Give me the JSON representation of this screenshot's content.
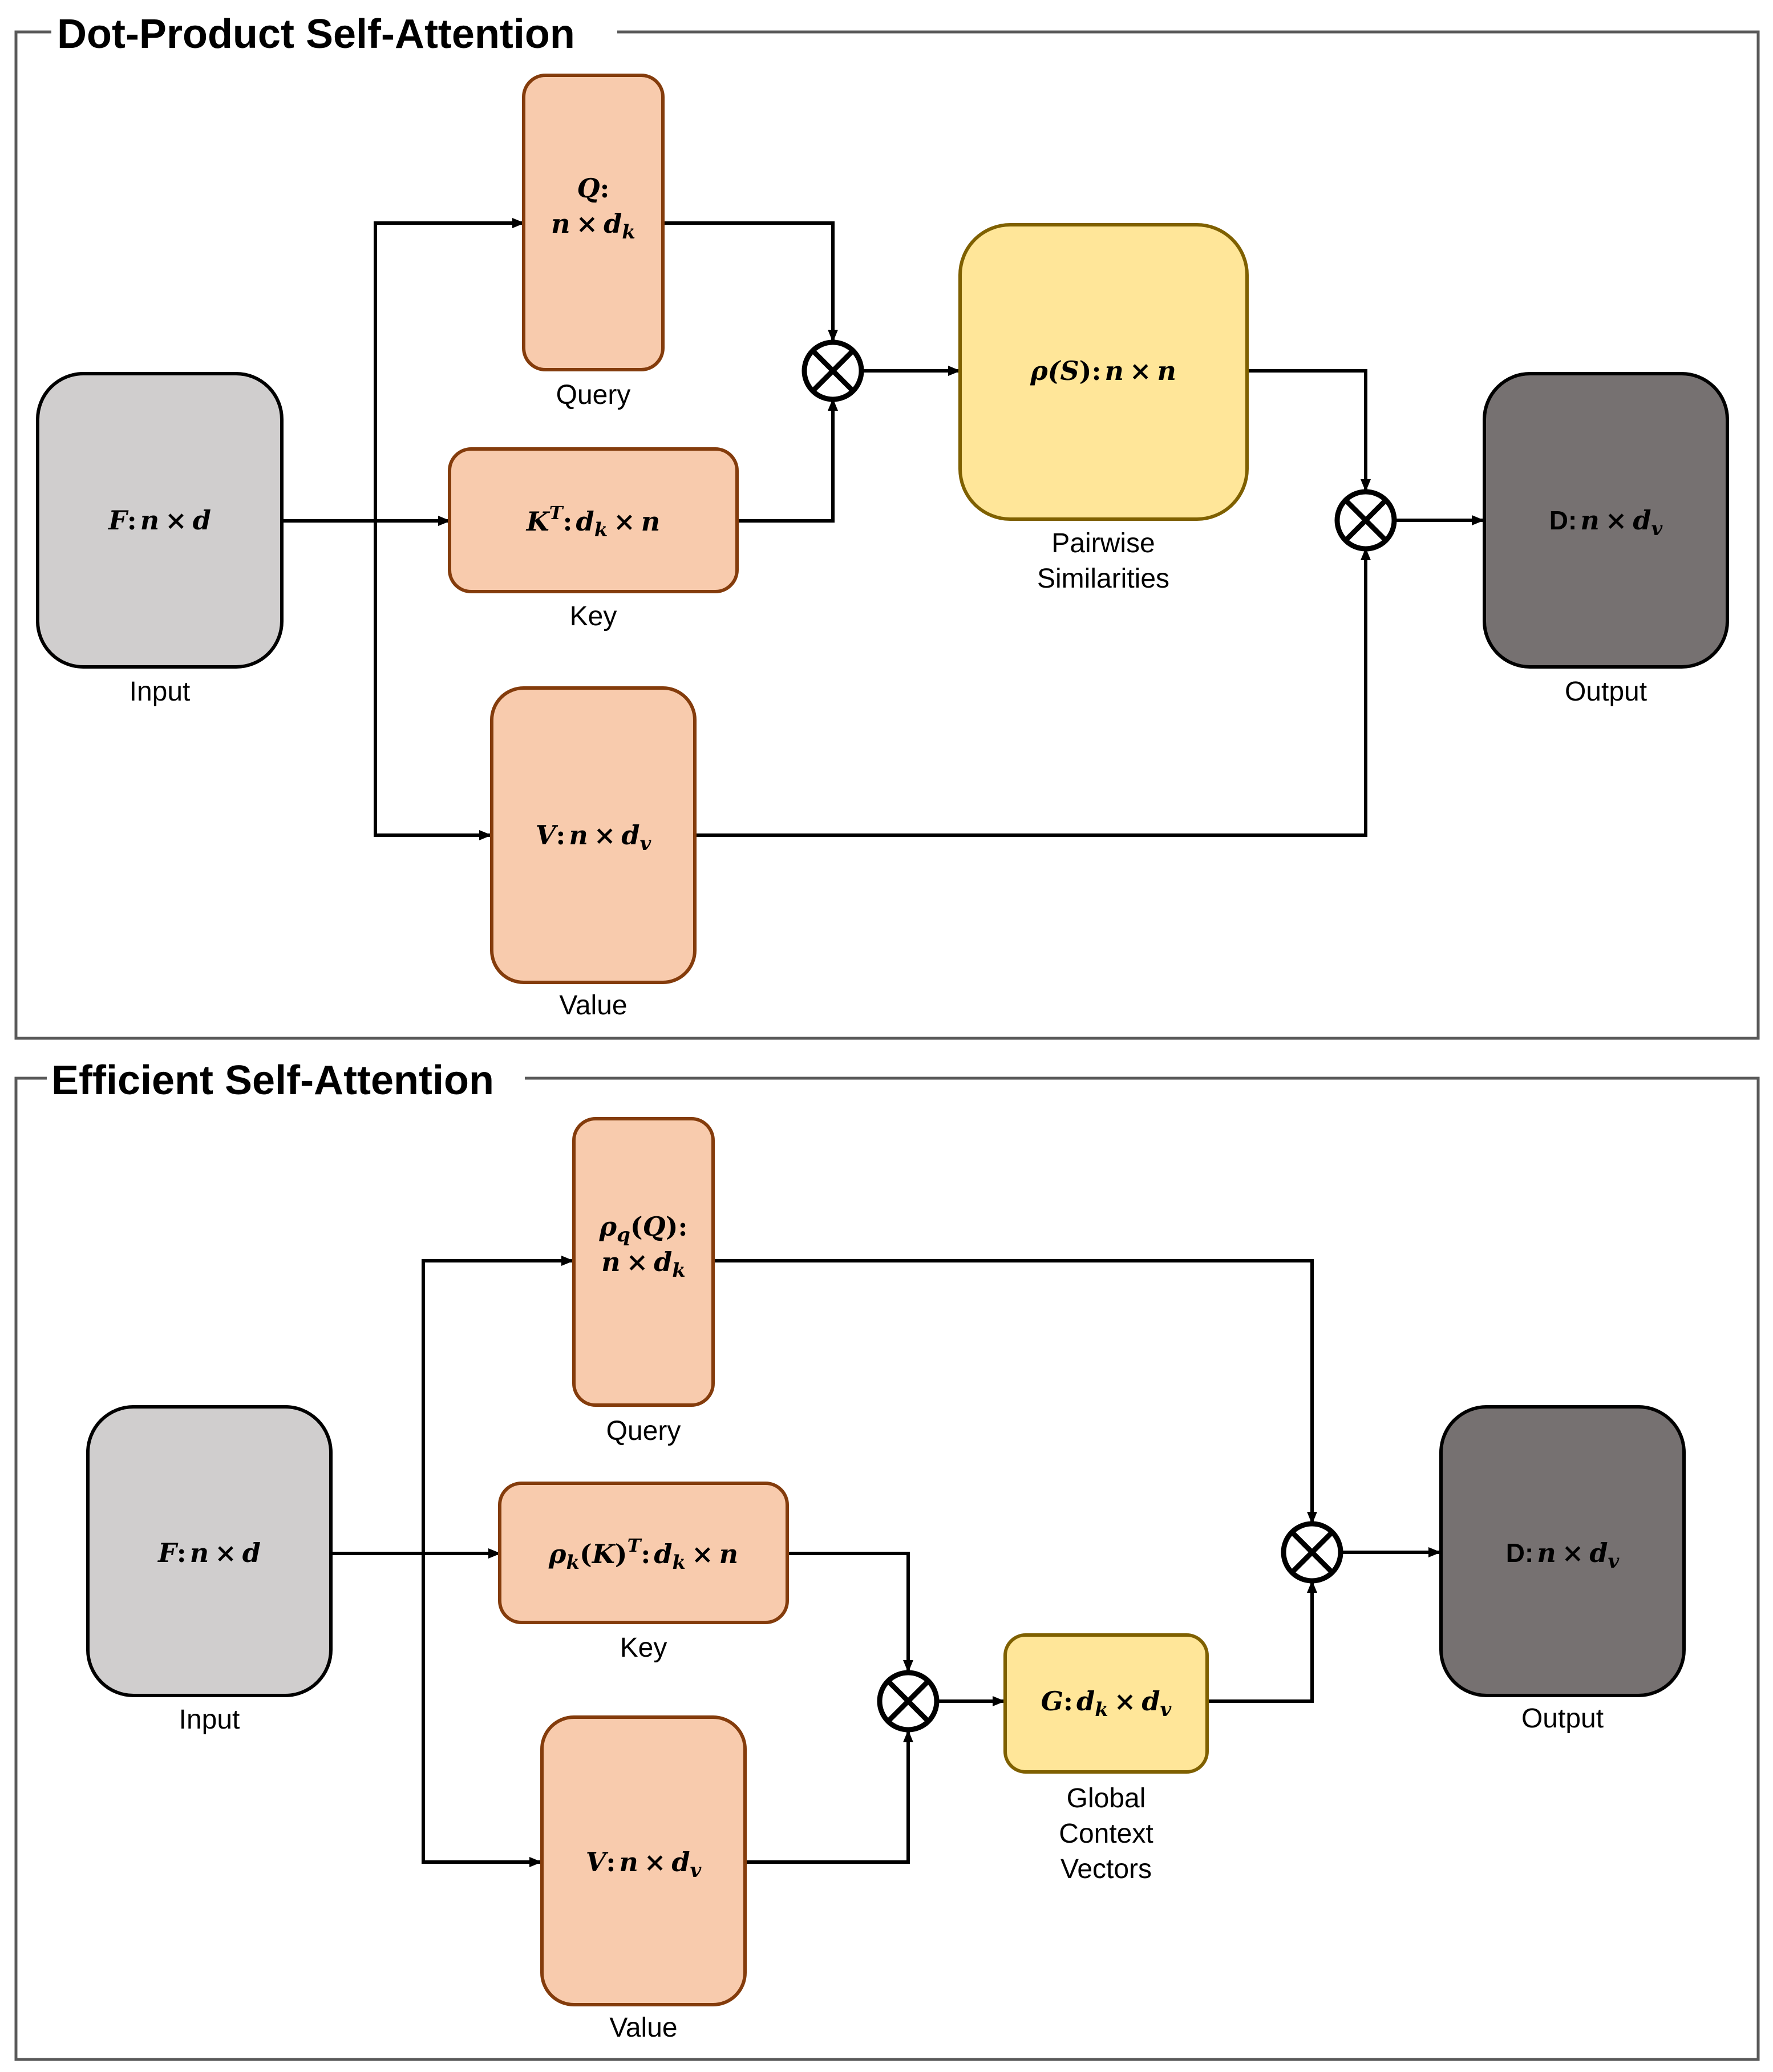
{
  "panels": [
    {
      "title": "Dot-Product Self-Attention",
      "nodes": {
        "input": {
          "caption": "Input",
          "formula": {
            "F": "F",
            "sep": ":",
            "n": "n",
            "times": "×",
            "d": "d"
          }
        },
        "query": {
          "caption": "Query",
          "line1": {
            "Q": "Q",
            "colon": ":"
          },
          "line2": {
            "n": "n",
            "times": "×",
            "d": "d",
            "k": "k"
          }
        },
        "key": {
          "caption": "Key",
          "formula": {
            "K": "K",
            "T": "T",
            "colon": ":",
            "d": "d",
            "k": "k",
            "times": "×",
            "n": "n"
          }
        },
        "value": {
          "caption": "Value",
          "formula": {
            "V": "V",
            "colon": ":",
            "n": "n",
            "times": "×",
            "d": "d",
            "v": "v"
          }
        },
        "similarity": {
          "caption_line1": "Pairwise",
          "caption_line2": "Similarities",
          "formula": {
            "rho": "ρ(",
            "S": "S",
            "close": ")",
            "colon": ":",
            "n1": "n",
            "times": "×",
            "n2": "n"
          }
        },
        "output": {
          "caption": "Output",
          "formula": {
            "D": "D",
            "colon": ":",
            "n": "n",
            "times": "×",
            "d": "d",
            "v": "v"
          }
        }
      }
    },
    {
      "title": "Efficient Self-Attention",
      "nodes": {
        "input": {
          "caption": "Input",
          "formula": {
            "F": "F",
            "sep": ":",
            "n": "n",
            "times": "×",
            "d": "d"
          }
        },
        "query": {
          "caption": "Query",
          "line1": {
            "rho": "ρ",
            "q": "q",
            "open": "(",
            "Q": "Q",
            "close": ")",
            "colon": ":"
          },
          "line2": {
            "n": "n",
            "times": "×",
            "d": "d",
            "k": "k"
          }
        },
        "key": {
          "caption": "Key",
          "formula": {
            "rho": "ρ",
            "k_sub": "k",
            "open": "(",
            "K": "K",
            "close": ")",
            "T": "T",
            "colon": ":",
            "d": "d",
            "k": "k",
            "times": "×",
            "n": "n"
          }
        },
        "value": {
          "caption": "Value",
          "formula": {
            "V": "V",
            "colon": ":",
            "n": "n",
            "times": "×",
            "d": "d",
            "v": "v"
          }
        },
        "context": {
          "caption_line1": "Global",
          "caption_line2": "Context",
          "caption_line3": "Vectors",
          "formula": {
            "G": "G",
            "colon": ":",
            "d1": "d",
            "k": "k",
            "times": "×",
            "d2": "d",
            "v": "v"
          }
        },
        "output": {
          "caption": "Output",
          "formula": {
            "D": "D",
            "colon": ":",
            "n": "n",
            "times": "×",
            "d": "d",
            "v": "v"
          }
        }
      }
    }
  ],
  "colors": {
    "frame": "#595959",
    "input_fill": "#d0cece",
    "input_stroke": "#000000",
    "qkv_fill": "#f8cbad",
    "qkv_stroke": "#843c0c",
    "yellow_fill": "#ffe699",
    "yellow_stroke": "#7f6000",
    "output_fill": "#767171",
    "output_stroke": "#000000",
    "line": "#000000"
  }
}
